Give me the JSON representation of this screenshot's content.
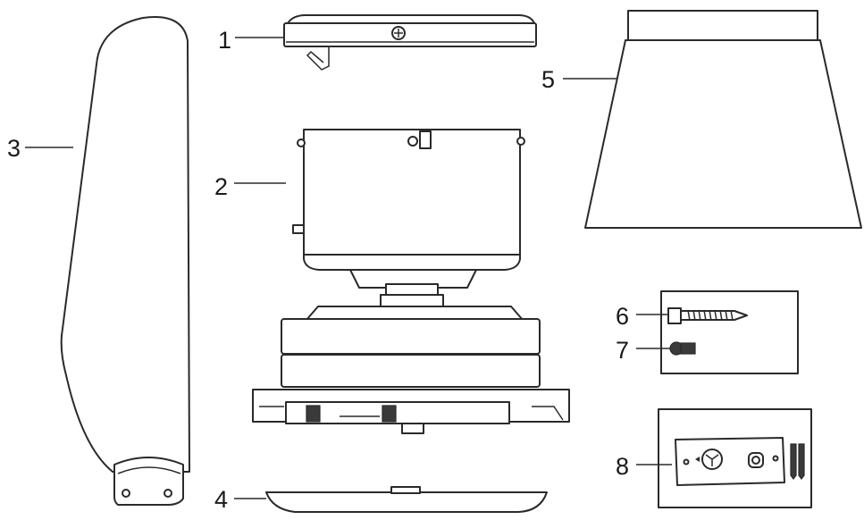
{
  "labels": {
    "p1": "1",
    "p2": "2",
    "p3": "3",
    "p4": "4",
    "p5": "5",
    "p6": "6",
    "p7": "7",
    "p8": "8"
  },
  "colors": {
    "line": "#2a2a2a",
    "fill": "#ffffff"
  }
}
